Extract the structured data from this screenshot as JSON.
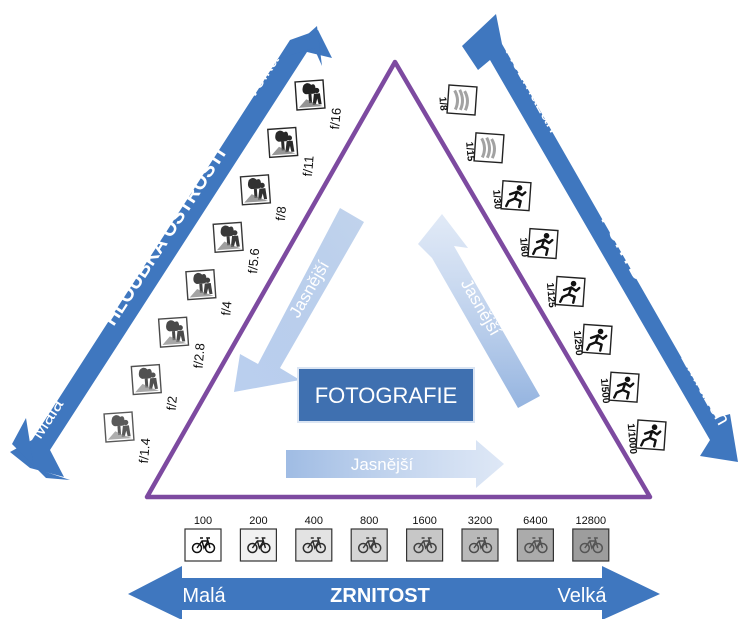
{
  "center": {
    "label": "FOTOGRAFIE"
  },
  "depth_of_field": {
    "title": "HLOUBKA OSTROSTI",
    "low": "Malá",
    "high": "Velká"
  },
  "motion": {
    "title": "POHYB",
    "low": "Zmrazen",
    "high": "Rozmazán"
  },
  "noise": {
    "title": "ZRNITOST",
    "low": "Malá",
    "high": "Velká"
  },
  "brightness": {
    "left": "Jasnější",
    "right": "Jasnější",
    "bottom": "Jasnější"
  },
  "apertures": [
    "f/1.4",
    "f/2",
    "f/2.8",
    "f/4",
    "f/5.6",
    "f/8",
    "f/11",
    "f/16"
  ],
  "shutter_speeds": [
    "1/8",
    "1/15",
    "1/30",
    "1/60",
    "1/125",
    "1/250",
    "1/500",
    "1/1000"
  ],
  "iso_values": [
    "100",
    "200",
    "400",
    "800",
    "1600",
    "3200",
    "6400",
    "12800"
  ],
  "icons": {
    "aperture_sample": "person-with-tree-icon",
    "shutter_sample": "running-person-icon",
    "iso_sample": "bicycle-icon"
  },
  "colors": {
    "arrow": "#3f77bf",
    "triangle": "#7d4aa0",
    "center_box": "#3f70b0",
    "faded_arrow": "#aac3e6"
  }
}
